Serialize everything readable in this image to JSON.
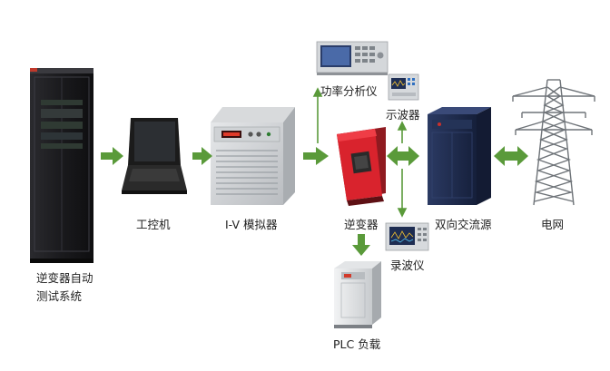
{
  "labels": {
    "test_system_line1": "逆变器自动",
    "test_system_line2": "测试系统",
    "industrial_pc": "工控机",
    "iv_simulator": "I-V 模拟器",
    "inverter": "逆变器",
    "power_analyzer": "功率分析仪",
    "oscilloscope": "示波器",
    "recorder": "录波仪",
    "bidirectional_ac_source": "双向交流源",
    "grid": "电网",
    "plc_load": "PLC 负载"
  },
  "colors": {
    "arrow_green": "#5a9a3a",
    "inverter_red": "#d9232d",
    "cabinet_dark": "#1e1e22",
    "source_navy": "#1f2c4e",
    "device_gray": "#c9ccd0"
  }
}
